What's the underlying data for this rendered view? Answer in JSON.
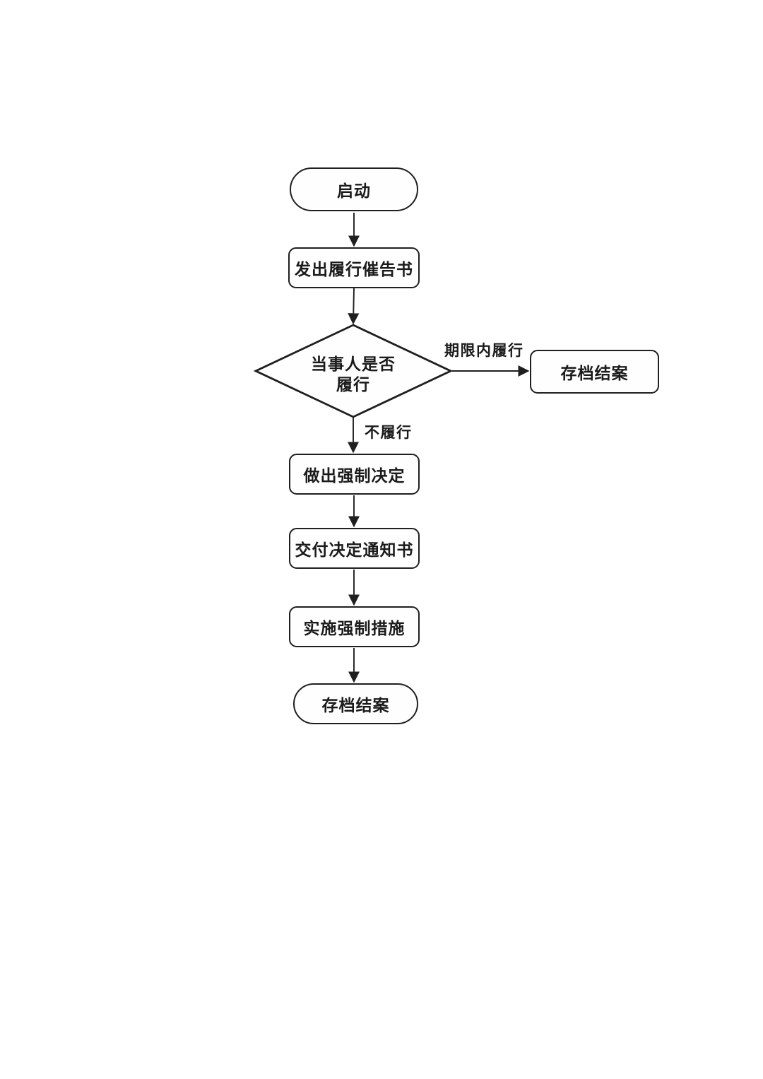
{
  "flowchart": {
    "nodes": {
      "start": {
        "label": "启动",
        "shape": "stadium"
      },
      "issue_notice": {
        "label": "发出履行催告书",
        "shape": "rounded-rect"
      },
      "decision": {
        "label_line1": "当事人是否",
        "label_line2": "履行",
        "shape": "diamond"
      },
      "archive_case_right": {
        "label": "存档结案",
        "shape": "rounded-rect"
      },
      "make_compulsory_decision": {
        "label": "做出强制决定",
        "shape": "rounded-rect"
      },
      "deliver_decision_notice": {
        "label": "交付决定通知书",
        "shape": "rounded-rect"
      },
      "implement_compulsory_measures": {
        "label": "实施强制措施",
        "shape": "rounded-rect"
      },
      "archive_case_end": {
        "label": "存档结案",
        "shape": "stadium"
      }
    },
    "edges": {
      "perform_within_deadline_label": "期限内履行",
      "not_perform_label": "不履行"
    },
    "colors": {
      "stroke": "#1f1f1f",
      "text": "#1b1b1b",
      "background": "#ffffff"
    }
  }
}
